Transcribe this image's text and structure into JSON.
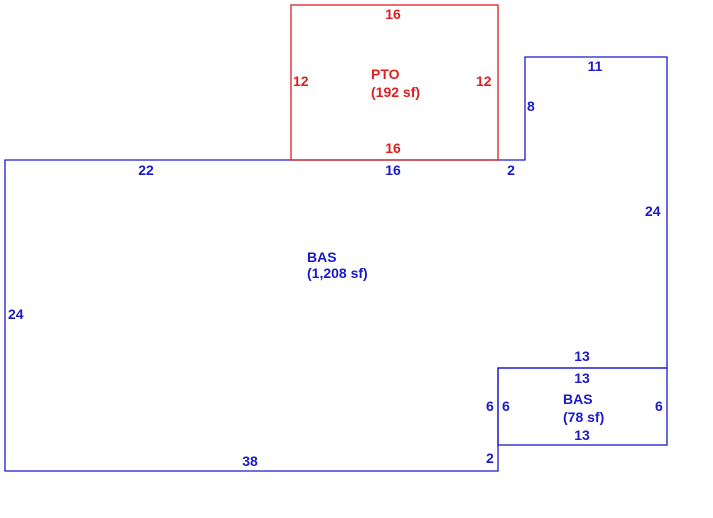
{
  "colors": {
    "bas": "#1a1acc",
    "pto": "#dd1f1f",
    "background": "#ffffff"
  },
  "areas": {
    "bas_main": {
      "code": "BAS",
      "area": "(1,208 sf)"
    },
    "pto": {
      "code": "PTO",
      "area": "(192 sf)"
    },
    "bas_small": {
      "code": "BAS",
      "area": "(78 sf)"
    }
  },
  "dimensions": {
    "bas_main": {
      "left": "24",
      "top_left": "22",
      "top_middle": "16",
      "top_step": "2",
      "step_up": "8",
      "top_right": "11",
      "right": "24",
      "inner_right": "6",
      "bottom_step": "2",
      "bottom": "38",
      "notch_top": "13"
    },
    "pto": {
      "top": "16",
      "bottom": "16",
      "left": "12",
      "right": "12"
    },
    "bas_small": {
      "top": "13",
      "bottom": "13",
      "left": "6",
      "right": "6"
    }
  }
}
